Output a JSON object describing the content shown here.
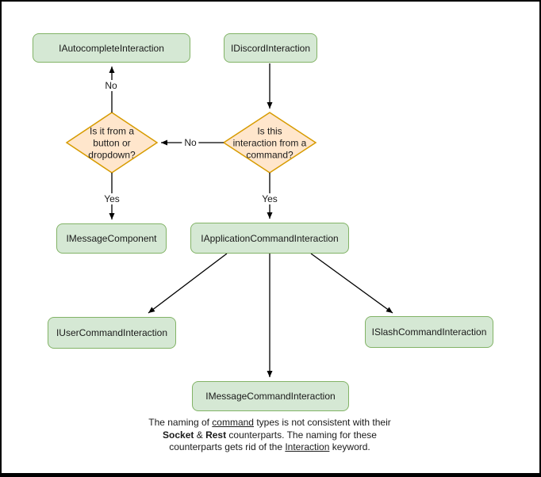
{
  "colors": {
    "node_fill": "#d5e8d4",
    "node_border": "#82b366",
    "decision_fill": "#ffe6cc",
    "decision_border": "#d79b00",
    "edge": "#000000",
    "text": "#1a1a1a"
  },
  "nodes": {
    "autocomplete": "IAutocompleteInteraction",
    "discord": "IDiscordInteraction",
    "message_component": "IMessageComponent",
    "application_command": "IApplicationCommandInteraction",
    "user_command": "IUserCommandInteraction",
    "slash_command": "ISlashCommandInteraction",
    "message_command": "IMessageCommandInteraction"
  },
  "decisions": {
    "button_dropdown": {
      "lines": [
        "Is it from a",
        "button or",
        "dropdown?"
      ]
    },
    "from_command": {
      "lines": [
        "Is this",
        "interaction from a",
        "command?"
      ]
    }
  },
  "edge_labels": {
    "no_up": "No",
    "no_across": "No",
    "yes_left": "Yes",
    "yes_right": "Yes"
  },
  "note": {
    "line1": [
      {
        "t": "The naming of "
      },
      {
        "t": "command"
      },
      {
        "t": " types is not consistent with their"
      }
    ],
    "line2": [
      {
        "t": "Socket"
      },
      {
        "t": " & "
      },
      {
        "t": "Rest"
      },
      {
        "t": " counterparts. The naming for these"
      }
    ],
    "line3": [
      {
        "t": "counterparts gets rid of the "
      },
      {
        "t": "Interaction"
      },
      {
        "t": " keyword."
      }
    ]
  }
}
